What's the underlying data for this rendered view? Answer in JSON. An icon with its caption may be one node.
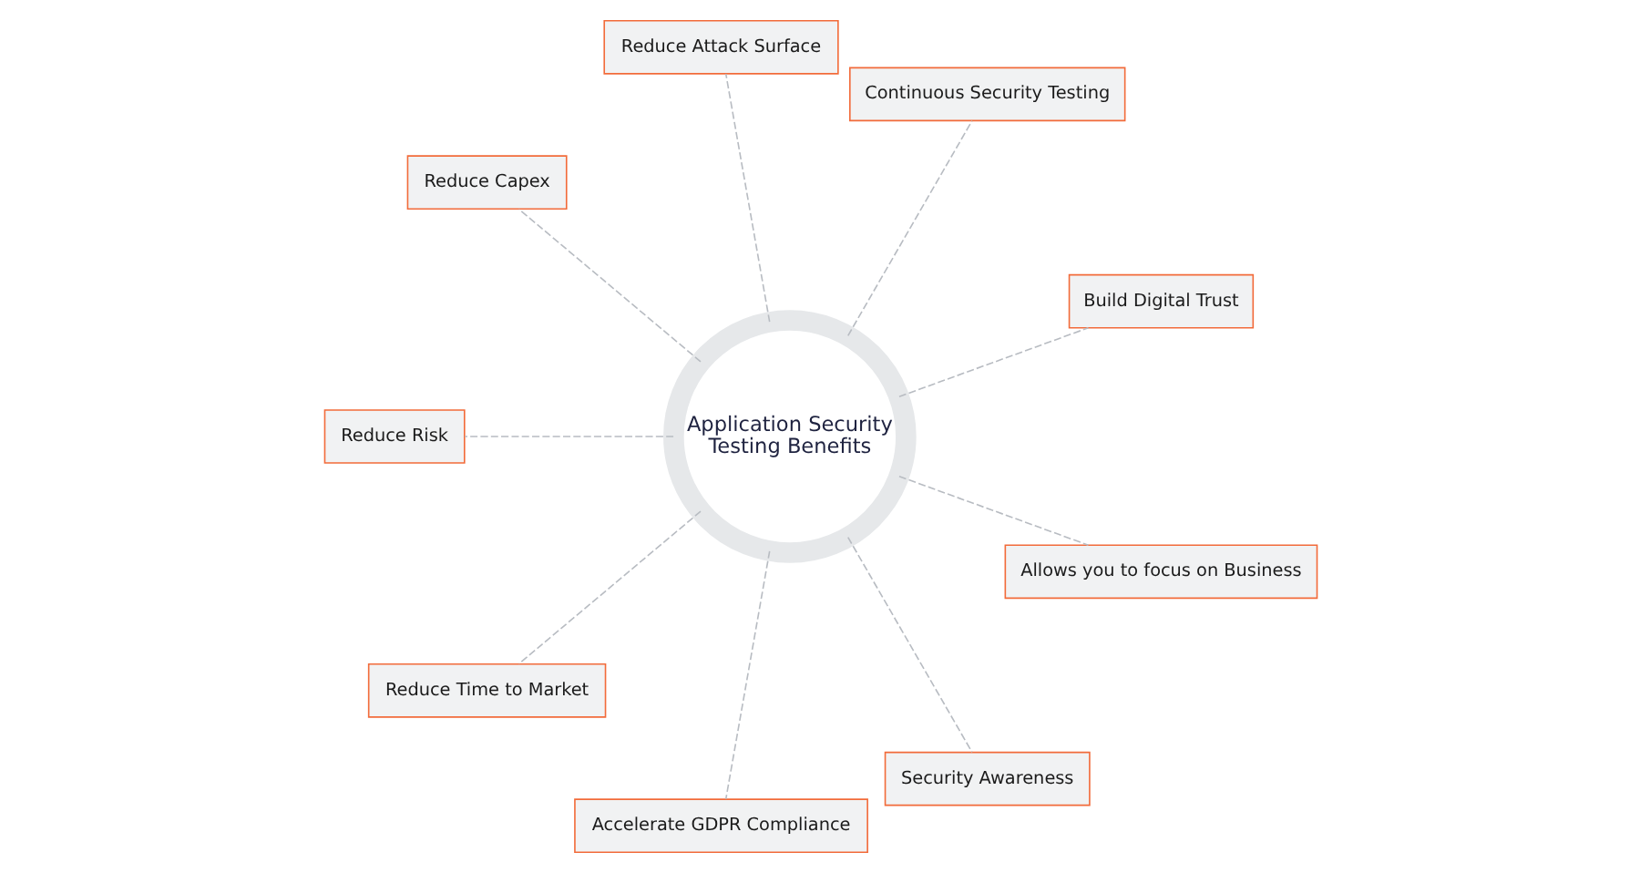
{
  "diagram": {
    "nodes": [
      {
        "text": [
          "Application Security Testing Benefits"
        ]
      },
      {
        "text": [
          "Build Digital Trust"
        ]
      },
      {
        "text": [
          "Continuous Security Testing"
        ]
      },
      {
        "text": [
          "Reduce Attack Surface"
        ]
      },
      {
        "text": [
          "Reduce Capex"
        ]
      },
      {
        "text": [
          "Reduce Risk"
        ]
      },
      {
        "text": [
          "Reduce Time to Market"
        ]
      },
      {
        "text": [
          "Accelerate GDPR Compliance"
        ]
      },
      {
        "text": [
          "Security Awareness"
        ]
      },
      {
        "text": [
          "Allows you to focus on Business"
        ]
      }
    ],
    "edges": [
      {
        "from": 0,
        "to": 1,
        "arrow": "none",
        "style": "dashed"
      },
      {
        "from": 0,
        "to": 3,
        "arrow": "none",
        "style": "dashed"
      },
      {
        "from": 0,
        "to": 5,
        "arrow": "none",
        "style": "dashed"
      },
      {
        "from": 0,
        "to": 7,
        "arrow": "none",
        "style": "dashed"
      },
      {
        "from": 0,
        "to": 9,
        "arrow": "none",
        "style": "dashed"
      },
      {
        "from": 0,
        "to": 8,
        "arrow": "none",
        "style": "dashed"
      },
      {
        "from": 0,
        "to": 6,
        "arrow": "none",
        "style": "dashed"
      },
      {
        "from": 0,
        "to": 4,
        "arrow": "none",
        "style": "dashed"
      },
      {
        "from": 0,
        "to": 2,
        "arrow": "none",
        "style": "dashed"
      }
    ]
  }
}
